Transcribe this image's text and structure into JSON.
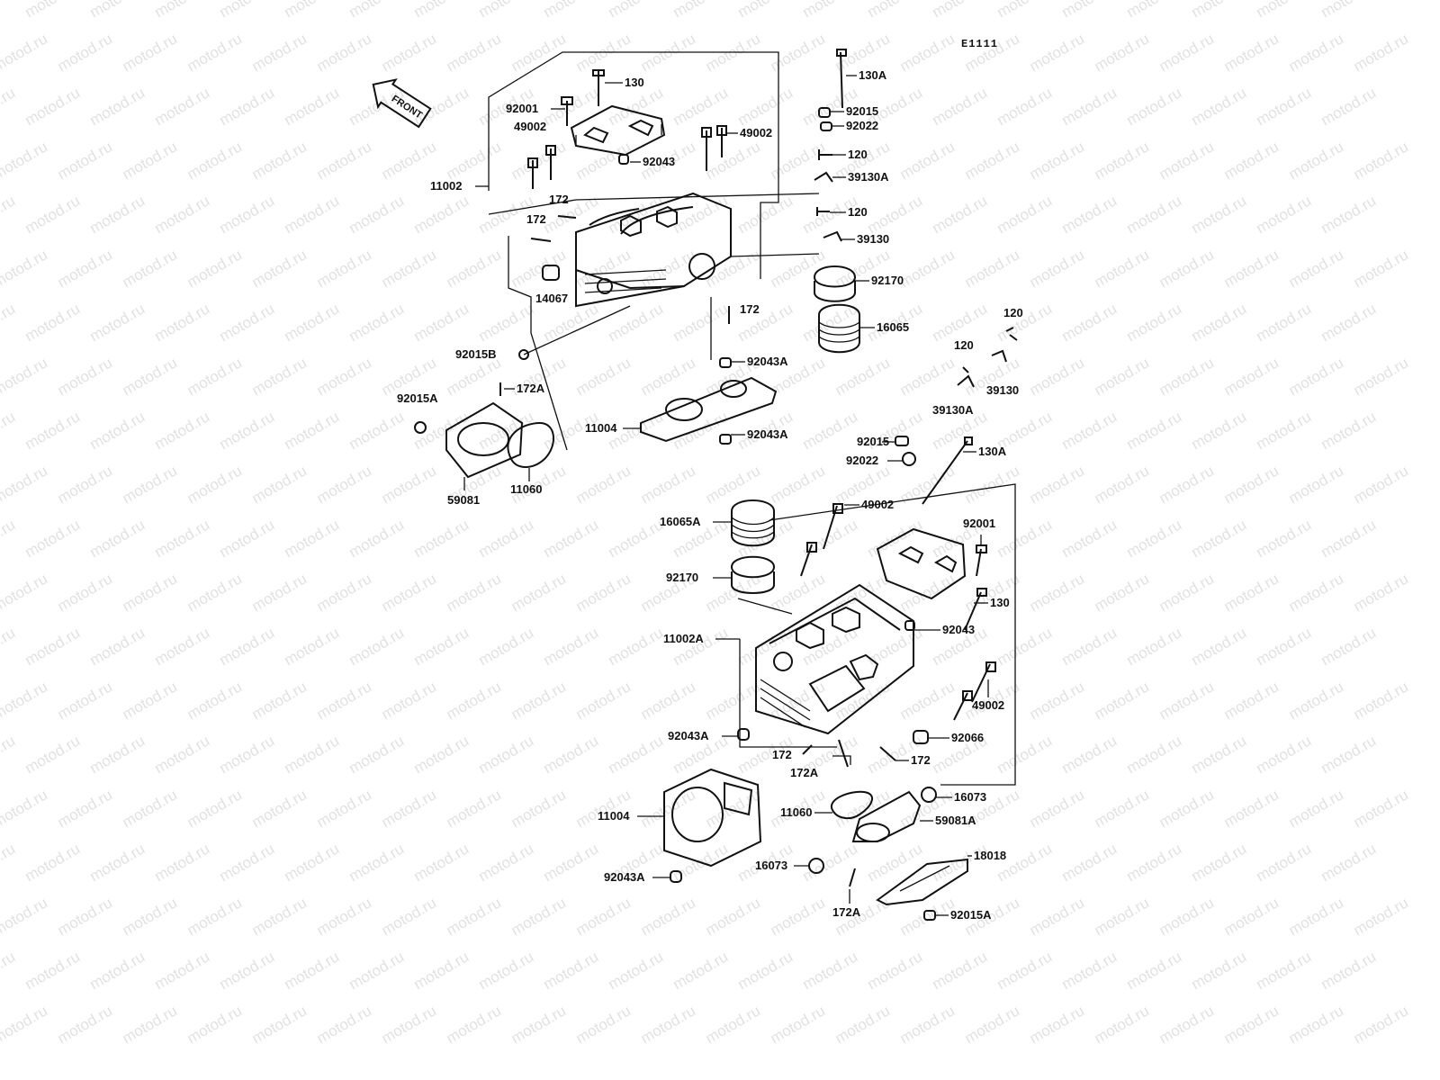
{
  "diagram_code": "E1111",
  "front_label": "FRONT",
  "watermark": "motod.ru",
  "labels": {
    "l130_top": "130",
    "l92001_top": "92001",
    "l49002_tl": "49002",
    "l49002_tr": "49002",
    "l92043_top": "92043",
    "l11002": "11002",
    "l172_a": "172",
    "l172_b": "172",
    "l14067": "14067",
    "l172_c": "172",
    "l92015B": "92015B",
    "l92043A_1": "92043A",
    "l172A_1": "172A",
    "l92015A_1": "92015A",
    "l11004_1": "11004",
    "l92043A_2": "92043A",
    "l59081": "59081",
    "l11060_1": "11060",
    "l130A_1": "130A",
    "l92015_1": "92015",
    "l92022_1": "92022",
    "l120_1": "120",
    "l39130A_1": "39130A",
    "l120_2": "120",
    "l39130_1": "39130",
    "l92170_1": "92170",
    "l16065": "16065",
    "l120_3": "120",
    "l120_4": "120",
    "l39130_2": "39130",
    "l39130A_2": "39130A",
    "l92015_2": "92015",
    "l92022_2": "92022",
    "l130A_2": "130A",
    "l49002_b1": "49002",
    "l16065A": "16065A",
    "l92001_b": "92001",
    "l92170_2": "92170",
    "l130_b": "130",
    "l92043_b": "92043",
    "l11002A": "11002A",
    "l49002_b2": "49002",
    "l92043A_3": "92043A",
    "l92066": "92066",
    "l172_d": "172",
    "l172_e": "172",
    "l172A_2": "172A",
    "l11060_2": "11060",
    "l16073_1": "16073",
    "l59081A": "59081A",
    "l11004_2": "11004",
    "l18018": "18018",
    "l16073_2": "16073",
    "l92043A_4": "92043A",
    "l172A_3": "172A",
    "l92015A_2": "92015A"
  }
}
